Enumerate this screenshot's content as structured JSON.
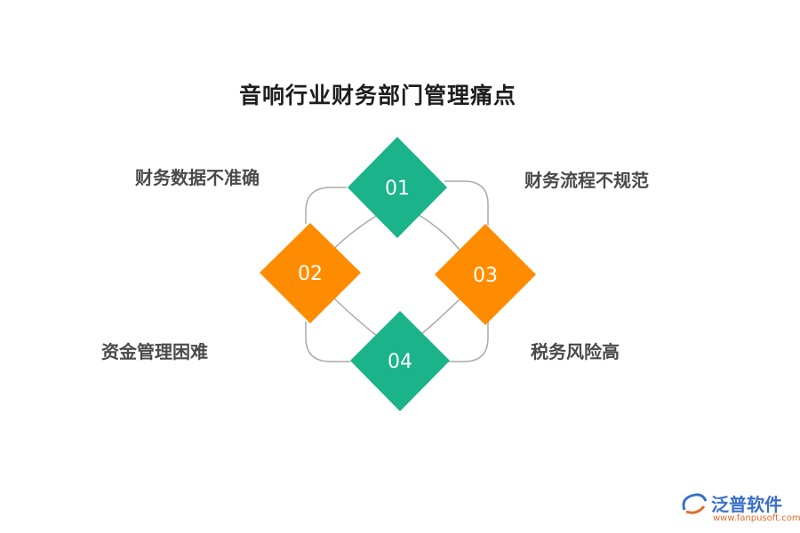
{
  "title": "音响行业财务部门管理痛点",
  "items": [
    {
      "number": "01",
      "label": "财务数据不准确",
      "color": "#1ab38a"
    },
    {
      "number": "02",
      "label": "资金管理困难",
      "color": "#ff8c00"
    },
    {
      "number": "03",
      "label": "财务流程不规范",
      "color": "#ff8c00"
    },
    {
      "number": "04",
      "label": "税务风险高",
      "color": "#1ab38a"
    }
  ],
  "colors": {
    "green": "#1ab38a",
    "orange": "#ff8c00",
    "line": "#aaaaaa"
  },
  "logo": {
    "name": "泛普软件",
    "url": "www.fanpusoft.com",
    "icon": "fanpu-logo-icon"
  }
}
